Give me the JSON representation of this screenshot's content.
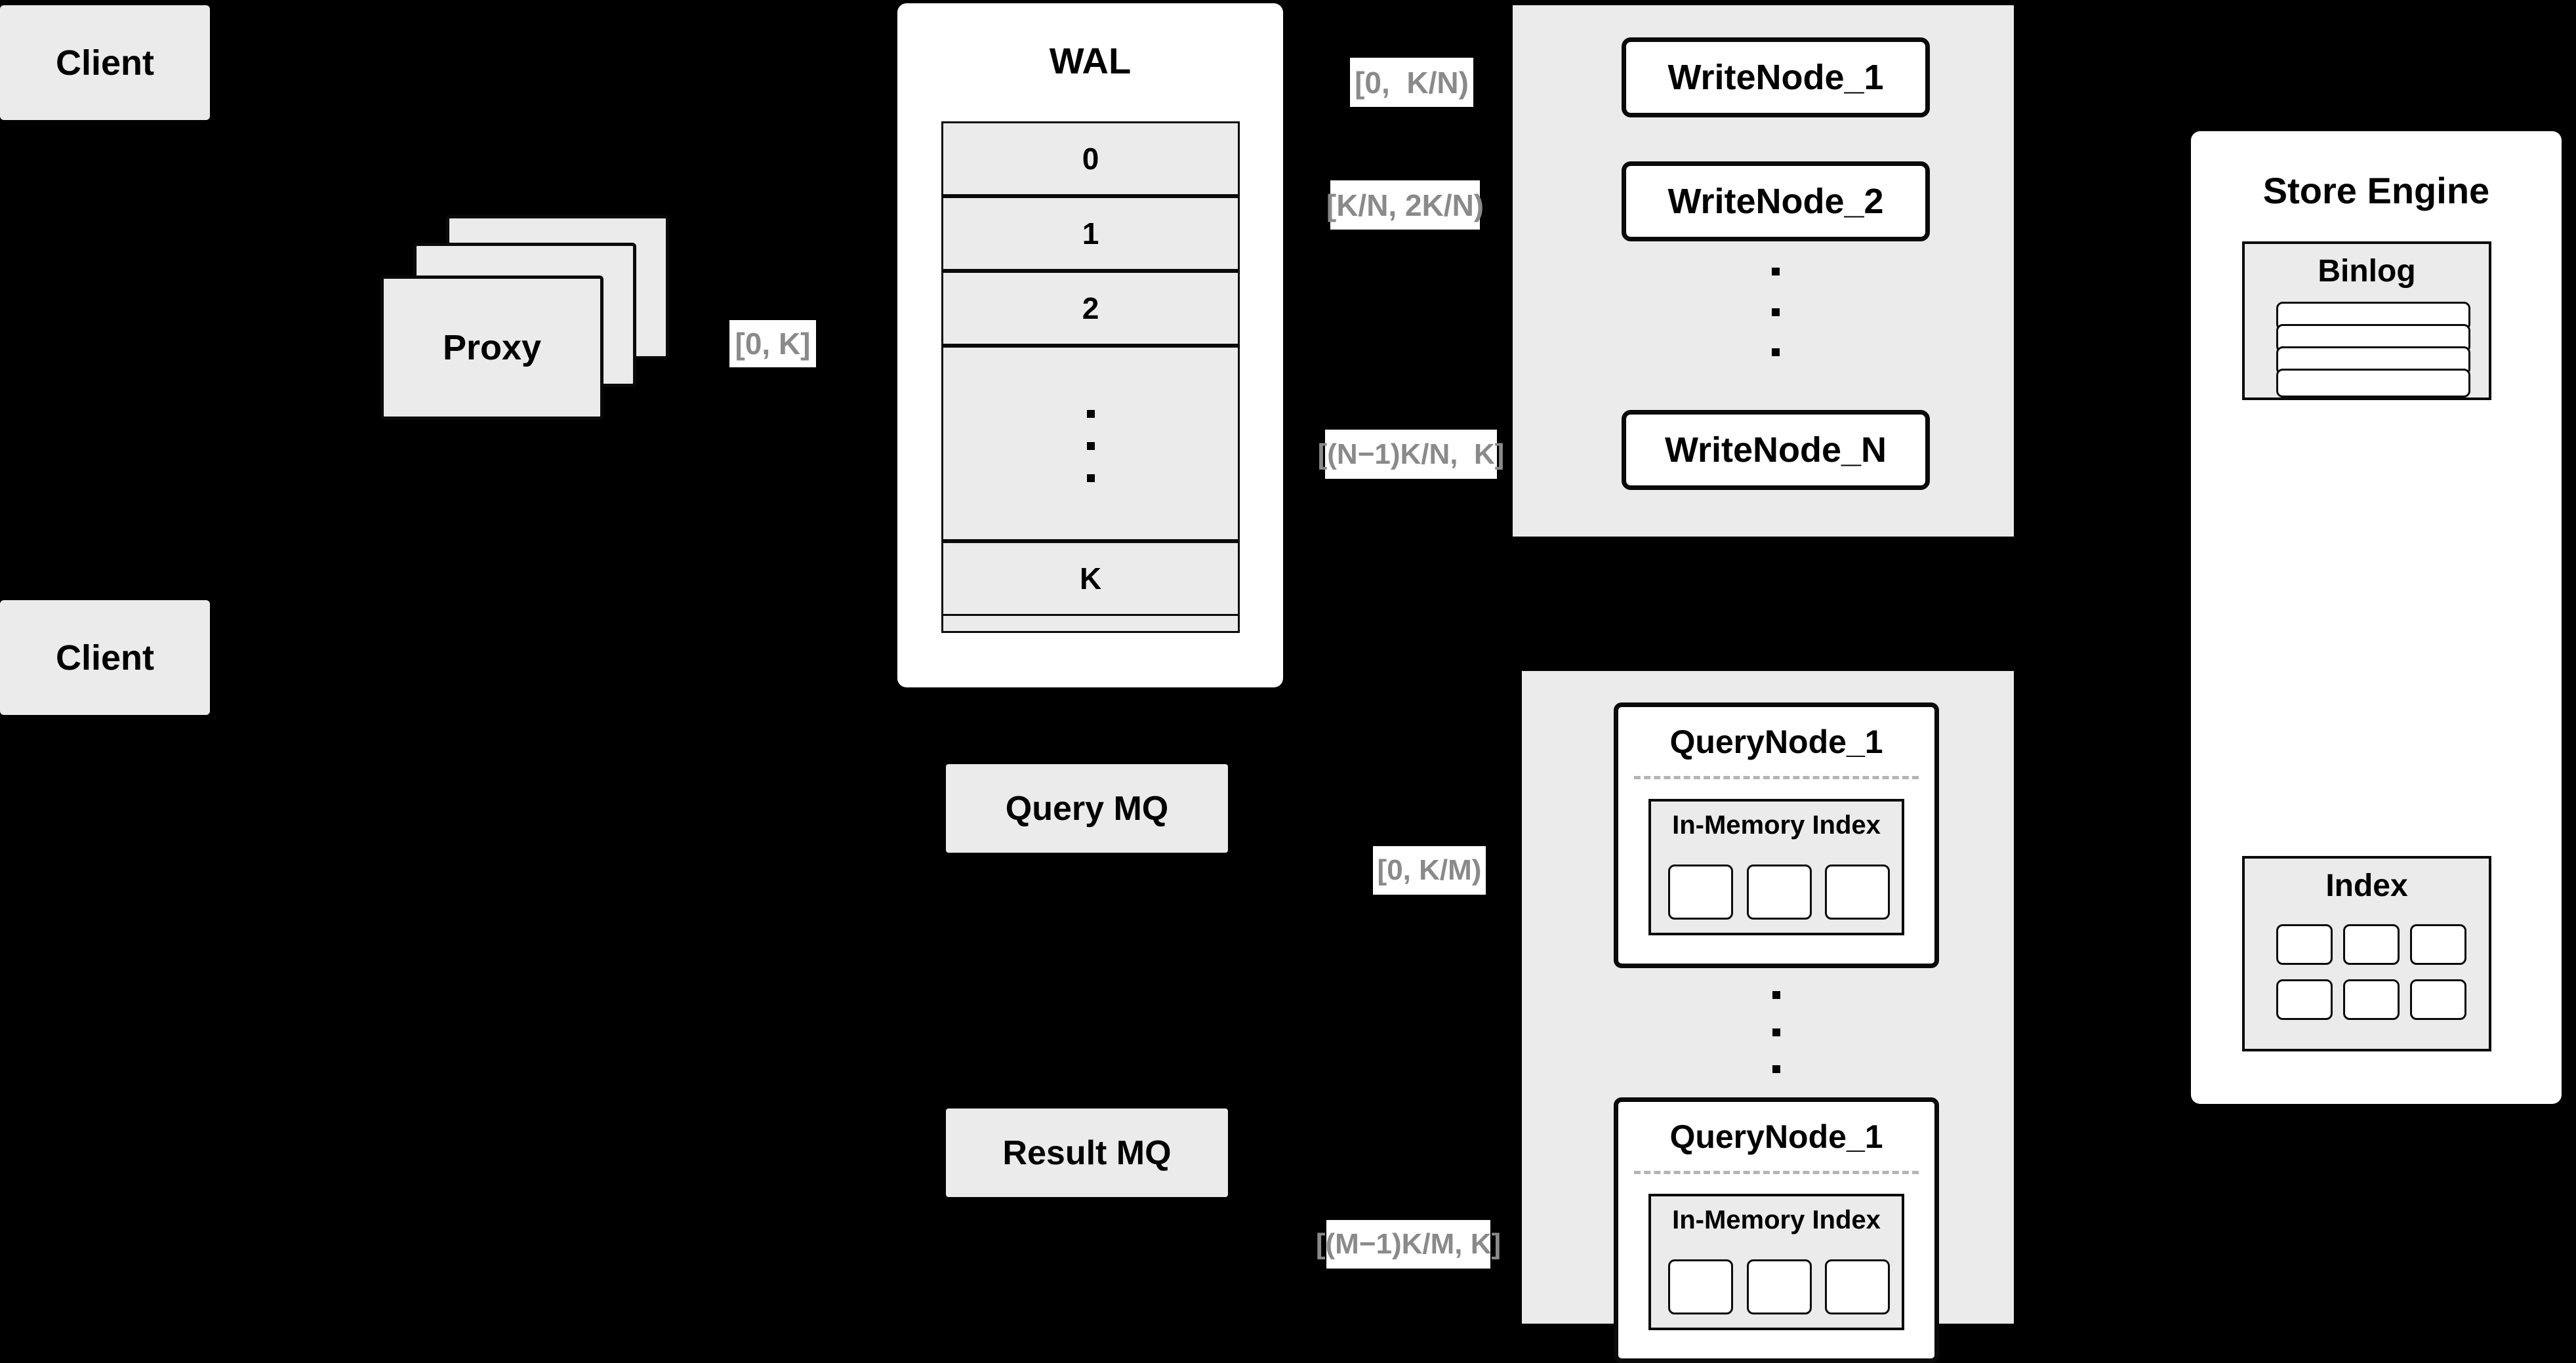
{
  "diagram": {
    "title": "Distributed Write/Query Architecture",
    "background_color": "#000000",
    "node_fill": "#ebebeb",
    "panel_fill": "#ffffff",
    "stroke_color": "#0a0a0a",
    "range_label_color": "#8a8a8a"
  },
  "clients": [
    {
      "label": "Client"
    },
    {
      "label": "Client"
    }
  ],
  "proxy": {
    "label": "Proxy",
    "stack_count": 3
  },
  "range_labels": {
    "proxy_to_wal": "[0, K]",
    "write_node_1": "[0,  K/N)",
    "write_node_2": "[K/N, 2K/N)",
    "write_node_n": "[(N−1)K/N,  K]",
    "query_node_1": "[0, K/M)",
    "query_node_m": "[(M−1)K/M, K]"
  },
  "wal": {
    "title": "WAL",
    "entries": [
      "0",
      "1",
      "2",
      "⋮",
      "K"
    ],
    "visible_entries": [
      "0",
      "1",
      "2",
      "K"
    ],
    "ellipsis_dots": 3
  },
  "write_cluster": {
    "nodes": [
      {
        "label": "WriteNode_1"
      },
      {
        "label": "WriteNode_2"
      },
      {
        "label": "WriteNode_N"
      }
    ],
    "ellipsis_dots": 3
  },
  "message_queues": [
    {
      "label": "Query MQ"
    },
    {
      "label": "Result MQ"
    }
  ],
  "query_cluster": {
    "nodes": [
      {
        "label": "QueryNode_1",
        "index_label": "In-Memory Index",
        "index_slots": 3
      },
      {
        "label": "QueryNode_1",
        "index_label": "In-Memory Index",
        "index_slots": 3
      }
    ],
    "ellipsis_dots": 3
  },
  "store_engine": {
    "title": "Store Engine",
    "binlog": {
      "title": "Binlog",
      "rows": 4
    },
    "index": {
      "title": "Index",
      "slots": 6,
      "columns": 3,
      "rows": 2
    }
  },
  "icons": {
    "arrow_solid": "arrow-right-solid-icon",
    "arrow_open": "arrow-right-open-icon",
    "vertical_ellipsis": "vertical-ellipsis-icon"
  }
}
